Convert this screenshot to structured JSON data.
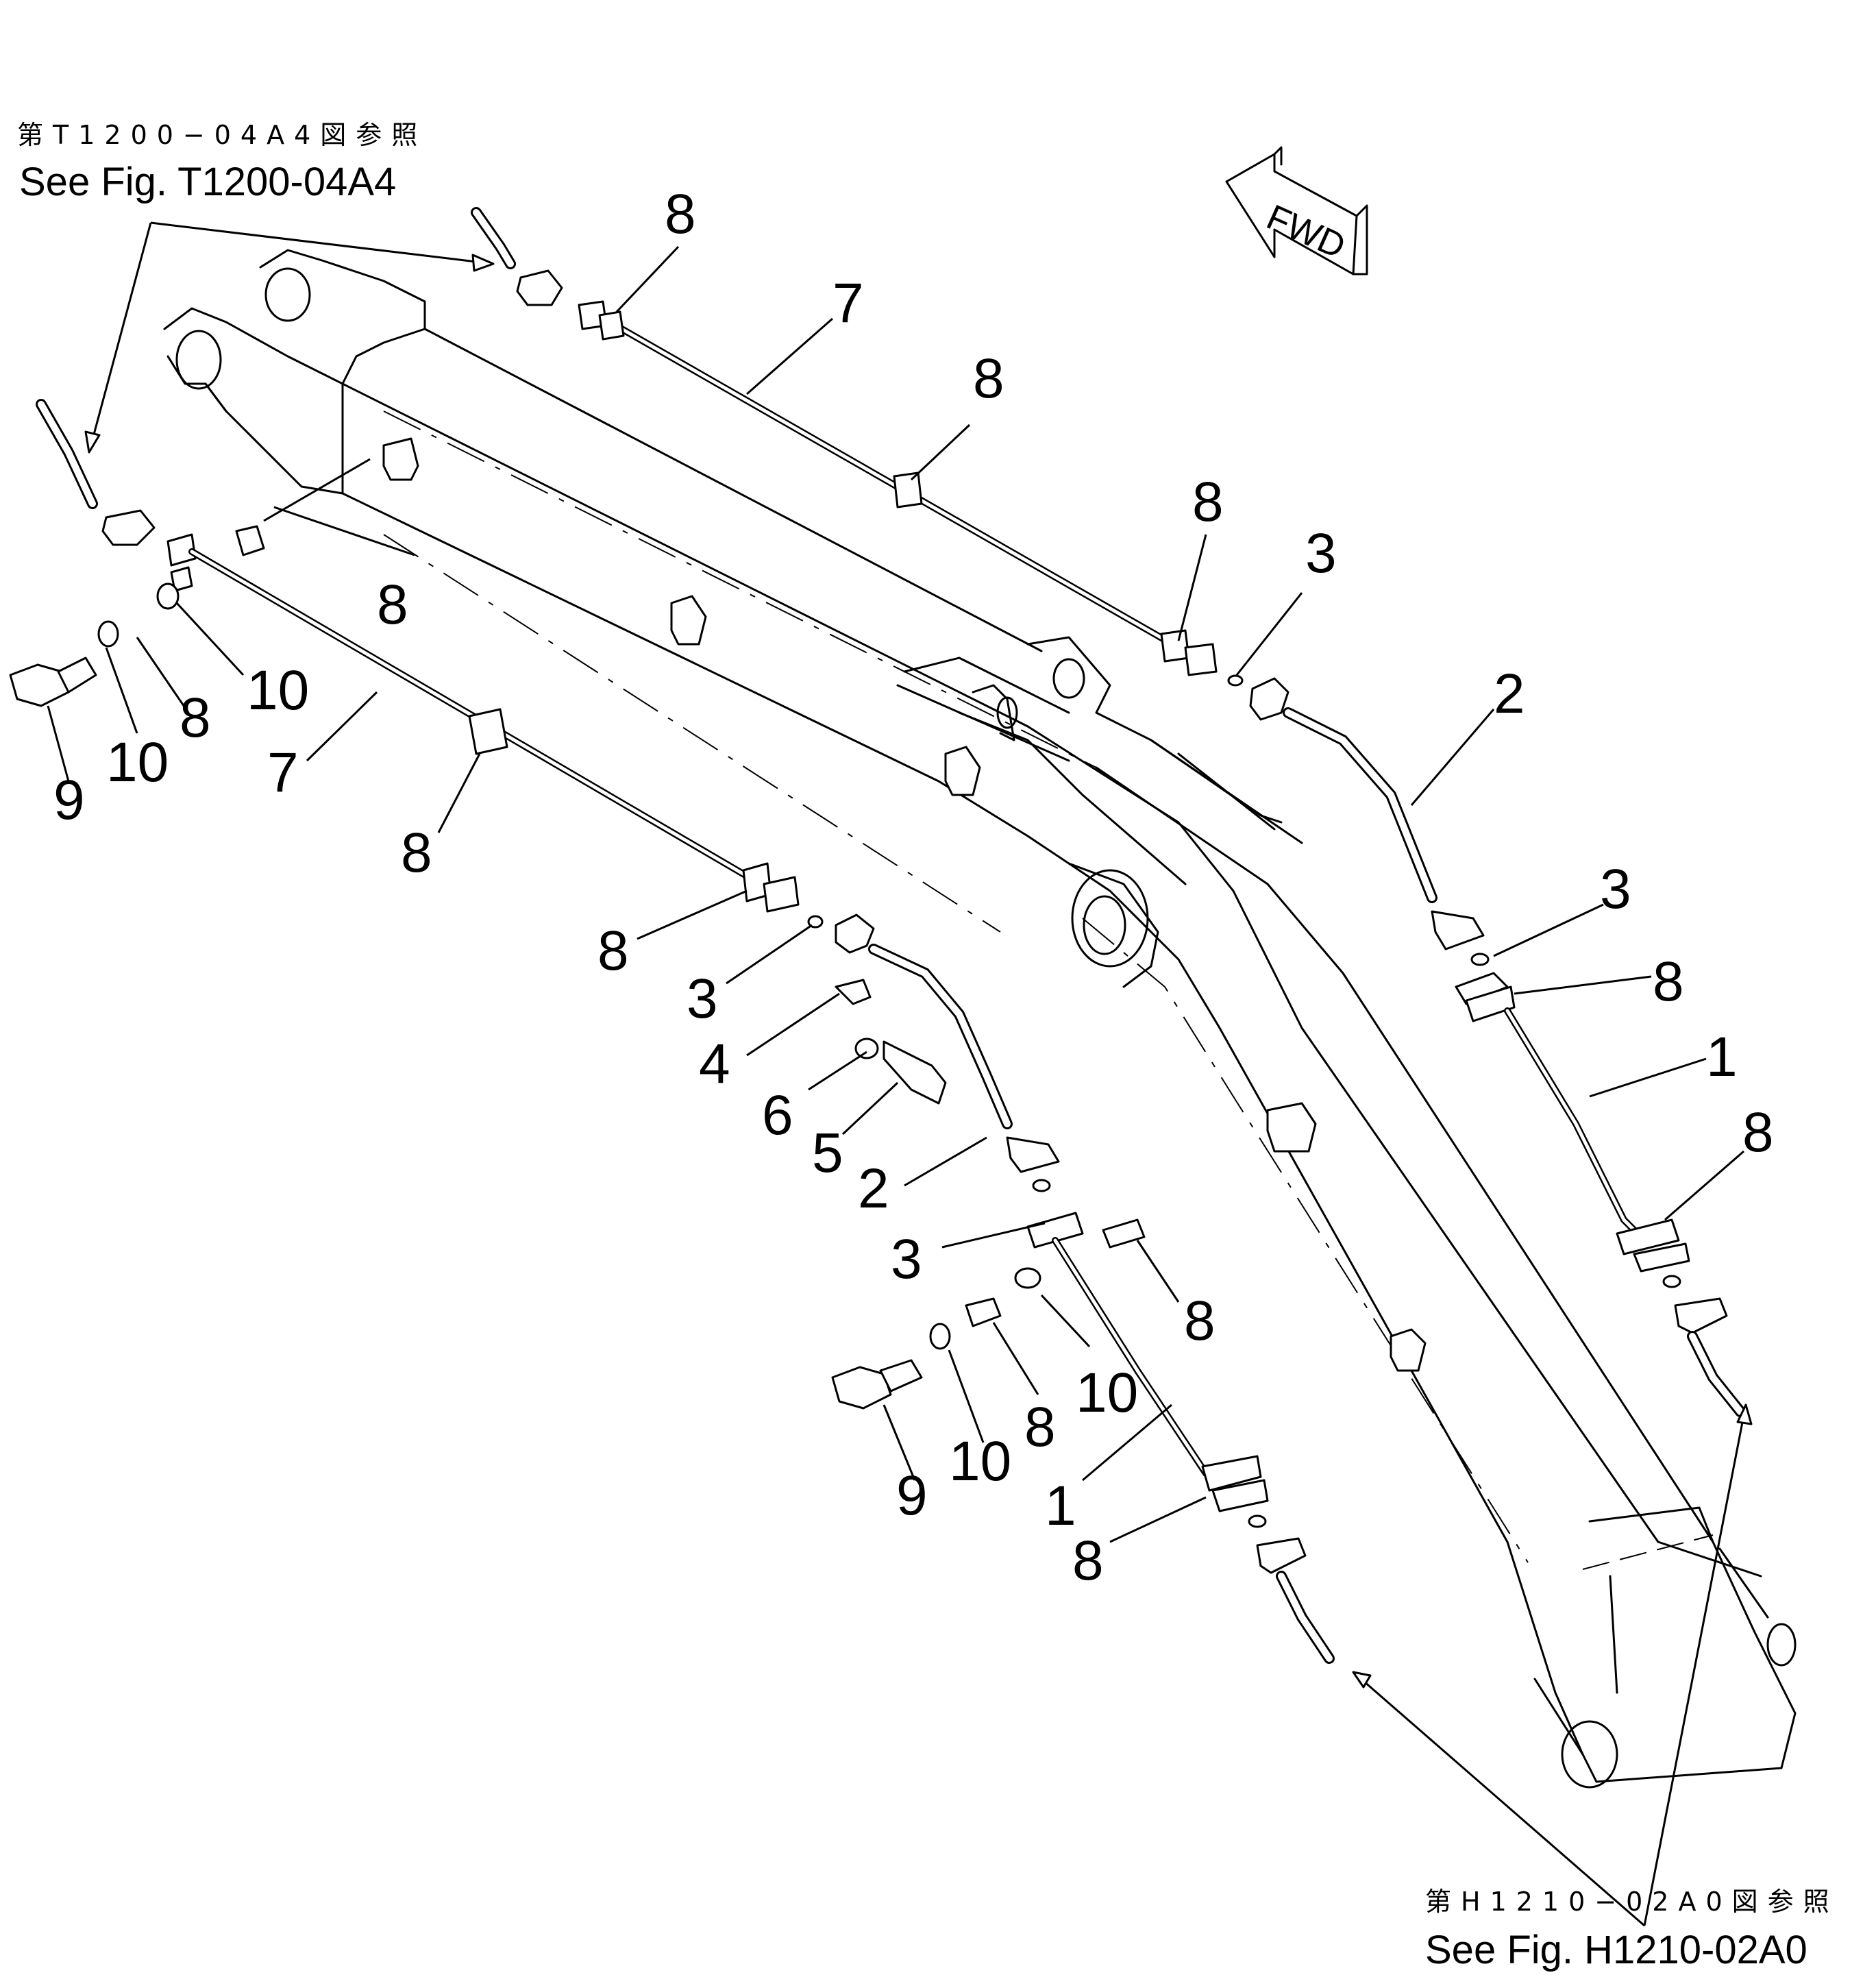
{
  "references": {
    "top_left": {
      "jp": "第T1200−04A4図参照",
      "en": "See Fig. T1200-04A4"
    },
    "bottom_right": {
      "jp": "第H1210−02A0図参照",
      "en": "See Fig. H1210-02A0"
    }
  },
  "direction_arrow": {
    "label": "FWD"
  },
  "callouts": [
    {
      "id": "c8a",
      "text": "8"
    },
    {
      "id": "c7a",
      "text": "7"
    },
    {
      "id": "c8b",
      "text": "8"
    },
    {
      "id": "c8c",
      "text": "8"
    },
    {
      "id": "c3a",
      "text": "3"
    },
    {
      "id": "c2a",
      "text": "2"
    },
    {
      "id": "c8d",
      "text": "8"
    },
    {
      "id": "c10a",
      "text": "10"
    },
    {
      "id": "c8e",
      "text": "8"
    },
    {
      "id": "c10b",
      "text": "10"
    },
    {
      "id": "c9a",
      "text": "9"
    },
    {
      "id": "c7b",
      "text": "7"
    },
    {
      "id": "c8f",
      "text": "8"
    },
    {
      "id": "c8g",
      "text": "8"
    },
    {
      "id": "c3b",
      "text": "3"
    },
    {
      "id": "c4",
      "text": "4"
    },
    {
      "id": "c6",
      "text": "6"
    },
    {
      "id": "c5",
      "text": "5"
    },
    {
      "id": "c2b",
      "text": "2"
    },
    {
      "id": "c3c",
      "text": "3"
    },
    {
      "id": "c3d",
      "text": "3"
    },
    {
      "id": "c8h",
      "text": "8"
    },
    {
      "id": "c1a",
      "text": "1"
    },
    {
      "id": "c8i",
      "text": "8"
    },
    {
      "id": "c8j",
      "text": "8"
    },
    {
      "id": "c10c",
      "text": "10"
    },
    {
      "id": "c8k",
      "text": "8"
    },
    {
      "id": "c10d",
      "text": "10"
    },
    {
      "id": "c9b",
      "text": "9"
    },
    {
      "id": "c1b",
      "text": "1"
    },
    {
      "id": "c8l",
      "text": "8"
    }
  ]
}
